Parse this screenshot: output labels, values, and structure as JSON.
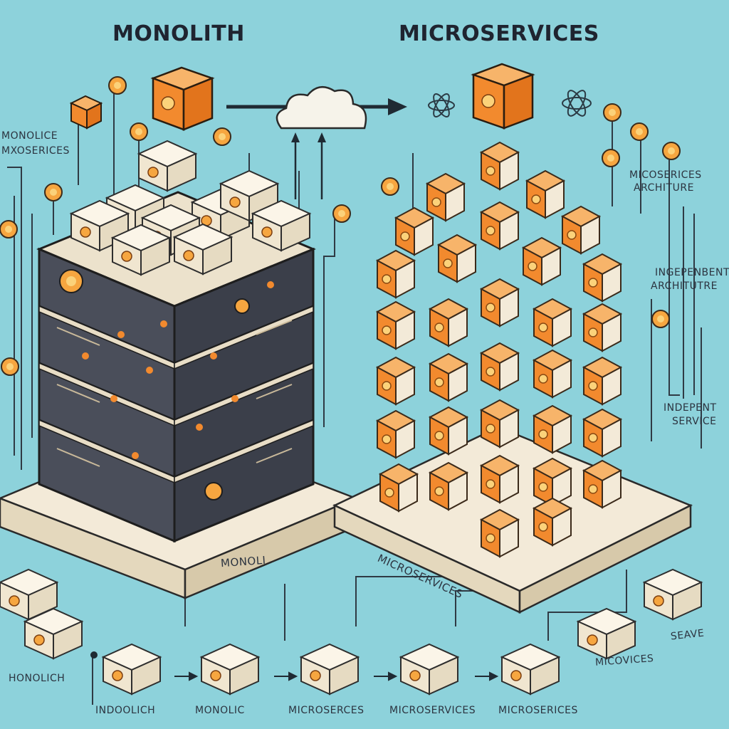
{
  "headers": {
    "left": "MONOLITH",
    "right": "MICROSERVICES"
  },
  "left_side_labels": {
    "line1": "MONOLICE",
    "line2": "MXOSERICES"
  },
  "right_side_labels": {
    "arch1_line1": "MICOSERICES",
    "arch1_line2": "ARCHITURE",
    "arch2_line1": "INGEPENBENT",
    "arch2_line2": "ARCHITUTRE",
    "service_line1": "INDEPENT",
    "service_line2": "SERVICE"
  },
  "platform_labels": {
    "monolith": "MONOLI",
    "microservices": "MICROSERVICES"
  },
  "bottom_labels": [
    "HONOLICH",
    "INDOOLICH",
    "MONOLIC",
    "MICROSERCES",
    "MICROSERVICES",
    "MICROSERICES",
    "MICOVICES",
    "SEAVE"
  ],
  "colors": {
    "background": "#8dd2db",
    "orange": "#f28a2e",
    "dark_block": "#4a4e5a",
    "cream": "#f3ead8"
  }
}
